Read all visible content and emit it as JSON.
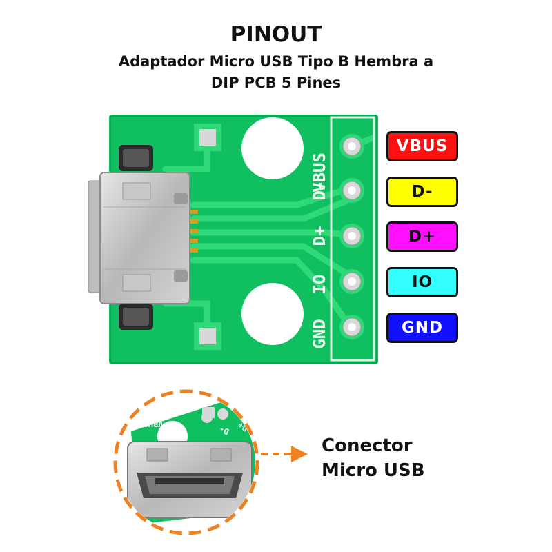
{
  "title": "PINOUT",
  "subtitle_line1": "Adaptador Micro USB Tipo B Hembra a",
  "subtitle_line2": "DIP PCB 5 Pines",
  "silkscreen": {
    "vbus": "VBUS",
    "dminus": "D-",
    "dplus": "D+",
    "io": "IO",
    "gnd": "GND"
  },
  "zoom_silkscreen": {
    "vbus": "VBUS",
    "dminus": "D-",
    "dplus": "D+"
  },
  "pins": [
    {
      "label": "VBUS",
      "color": "#ff1010",
      "text_color": "#ffffff"
    },
    {
      "label": "D-",
      "color": "#ffff00",
      "text_color": "#111111"
    },
    {
      "label": "D+",
      "color": "#ff10ff",
      "text_color": "#111111"
    },
    {
      "label": "IO",
      "color": "#33ffff",
      "text_color": "#111111"
    },
    {
      "label": "GND",
      "color": "#1010ff",
      "text_color": "#ffffff"
    }
  ],
  "callout": {
    "line1": "Conector",
    "line2": "Micro USB",
    "arrow_color": "#f08020"
  },
  "colors": {
    "pcb": "#10c060",
    "trace": "#30d878",
    "pad": "#d8d8d8"
  }
}
